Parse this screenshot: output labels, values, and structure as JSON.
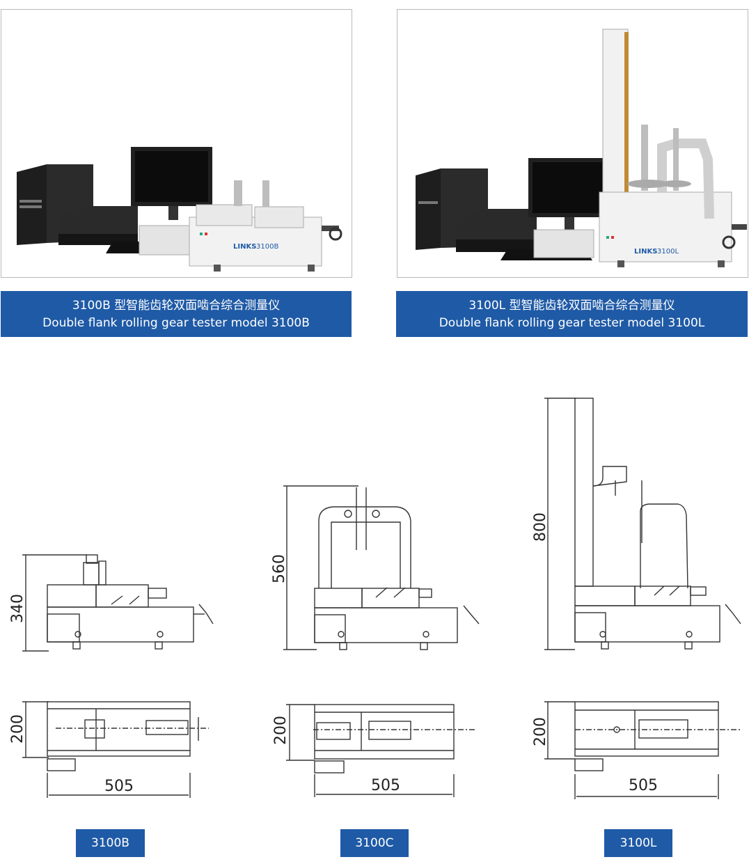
{
  "products": [
    {
      "caption_cn": "3100B 型智能齿轮双面啮合综合测量仪",
      "caption_en": "Double flank rolling gear tester model 3100B",
      "brand": "LINKS",
      "model": "3100B"
    },
    {
      "caption_cn": "3100L 型智能齿轮双面啮合综合测量仪",
      "caption_en": "Double flank rolling gear tester model 3100L",
      "brand": "LINKS",
      "model": "3100L"
    }
  ],
  "drawings": [
    {
      "label": "3100B",
      "height_dim": "340",
      "depth_dim": "200",
      "width_dim": "505"
    },
    {
      "label": "3100C",
      "height_dim": "560",
      "depth_dim": "200",
      "width_dim": "505"
    },
    {
      "label": "3100L",
      "height_dim": "800",
      "depth_dim": "200",
      "width_dim": "505"
    }
  ],
  "colors": {
    "accent": "#1f5aa6",
    "frame": "#b9b9b9",
    "line": "#333333"
  }
}
